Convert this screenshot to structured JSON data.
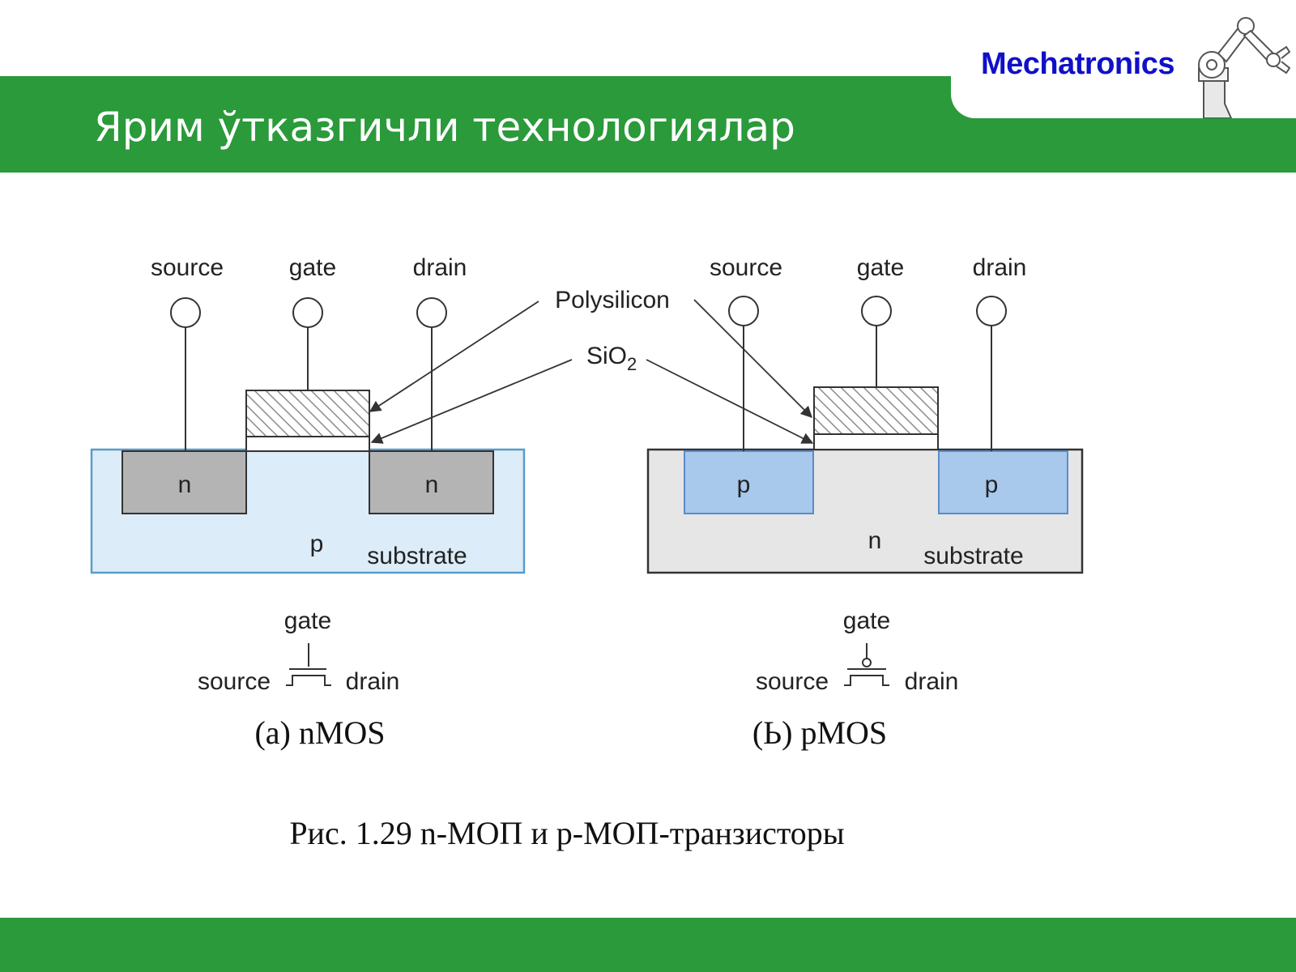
{
  "header": {
    "title": "Ярим ўтказгичли технологиялар",
    "logo_text": "Mechatronics",
    "accent_color": "#2a9a3a",
    "logo_color": "#1010c8",
    "logo_icon": "robot-arm-icon"
  },
  "nmos": {
    "terminal_source": "source",
    "terminal_gate": "gate",
    "terminal_drain": "drain",
    "region_left": "n",
    "region_right": "n",
    "substrate_type": "p",
    "substrate_label": "substrate",
    "symbol_gate": "gate",
    "symbol_source": "source",
    "symbol_drain": "drain",
    "caption": "(a) nMOS",
    "substrate_color": "#dcecf8",
    "region_color": "#b4b4b4"
  },
  "pmos": {
    "terminal_source": "source",
    "terminal_gate": "gate",
    "terminal_drain": "drain",
    "region_left": "p",
    "region_right": "p",
    "substrate_type": "n",
    "substrate_label": "substrate",
    "symbol_gate": "gate",
    "symbol_source": "source",
    "symbol_drain": "drain",
    "caption": "(Ь) pMOS",
    "substrate_color": "#e6e6e6",
    "region_color": "#a8c8ec"
  },
  "annotations": {
    "polysilicon": "Polysilicon",
    "sio2_main": "SiO",
    "sio2_sub": "2"
  },
  "figure_caption": "Рис. 1.29 n-МОП и p-МОП-транзисторы"
}
